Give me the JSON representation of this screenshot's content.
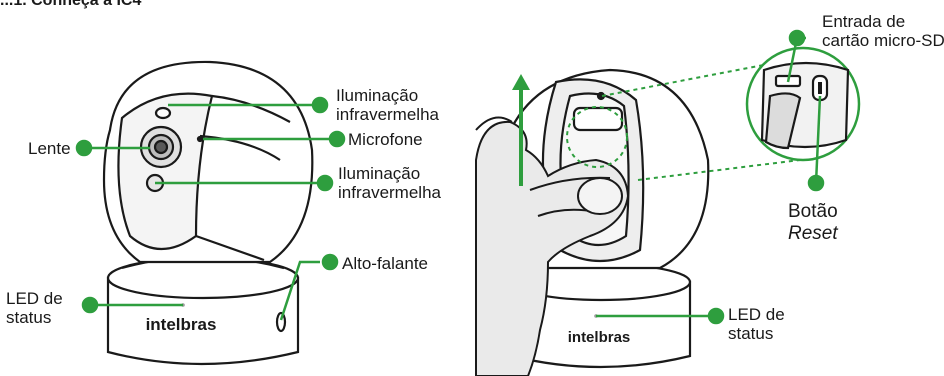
{
  "header_text": "...1. Conheça a IC4",
  "brand_logo": "intelbras",
  "accent_color": "#2e9e3e",
  "left_labels": {
    "ir_top": [
      "Iluminação",
      "infravermelha"
    ],
    "mic": "Microfone",
    "lente": "Lente",
    "ir_bottom": [
      "Iluminação",
      "infravermelha"
    ],
    "speaker": "Alto-falante",
    "led": [
      "LED de",
      "status"
    ]
  },
  "right_labels": {
    "sd": [
      "Entrada de",
      "cartão micro-SD"
    ],
    "reset": [
      "Botão",
      "Reset"
    ],
    "led": [
      "LED de",
      "status"
    ]
  }
}
